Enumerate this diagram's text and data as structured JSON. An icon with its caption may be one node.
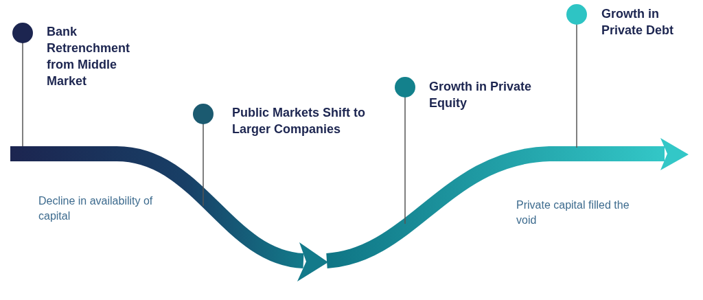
{
  "diagram": {
    "nodes": [
      {
        "text": [
          "Bank Retrenchment from Middle Market"
        ]
      },
      {
        "text": [
          "Public Markets Shift to Larger Companies"
        ]
      },
      {
        "text": [
          "Growth in Private Equity"
        ]
      },
      {
        "text": [
          "Growth in Private Debt"
        ]
      }
    ],
    "labels": [
      "Decline in availability of capital",
      "Private capital filled the void"
    ]
  }
}
